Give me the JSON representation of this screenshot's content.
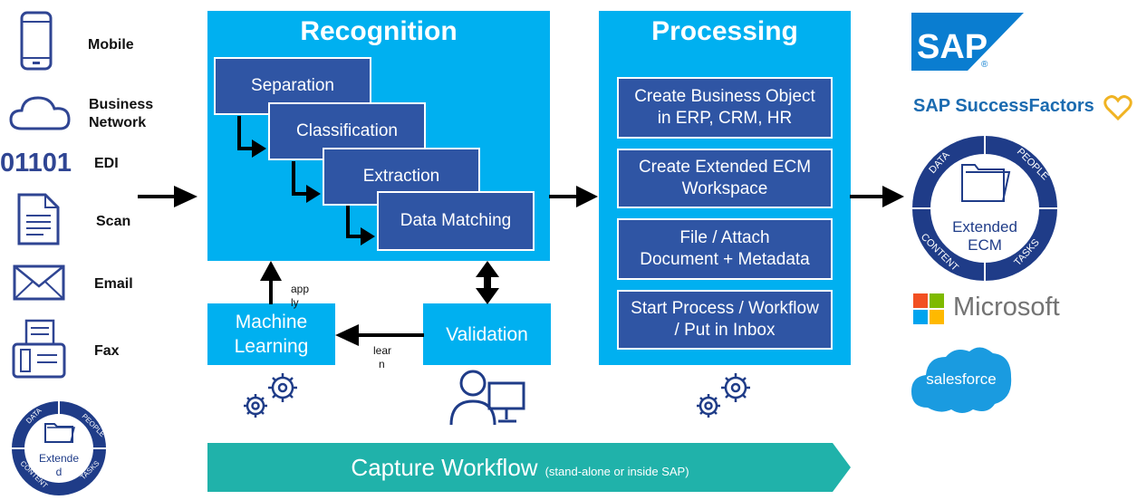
{
  "sources": [
    {
      "label": "Mobile",
      "icon": "mobile-phone-icon"
    },
    {
      "label": "Business Network",
      "line1": "Business",
      "line2": "Network",
      "icon": "cloud-icon"
    },
    {
      "label": "EDI",
      "code": "01101",
      "icon": "binary-code-icon"
    },
    {
      "label": "Scan",
      "icon": "document-icon"
    },
    {
      "label": "Email",
      "icon": "envelope-icon"
    },
    {
      "label": "Fax",
      "icon": "fax-icon"
    }
  ],
  "extended_badge_small": {
    "line1": "Extende",
    "line2": "d",
    "ring": [
      "DATA",
      "PEOPLE",
      "CONTENT",
      "TASKS"
    ]
  },
  "recognition": {
    "title": "Recognition",
    "steps": [
      "Separation",
      "Classification",
      "Extraction",
      "Data Matching"
    ]
  },
  "processing": {
    "title": "Processing",
    "boxes": [
      {
        "line1": "Create Business Object",
        "line2": "in ERP, CRM, HR"
      },
      {
        "line1": "Create Extended ECM",
        "line2": "Workspace"
      },
      {
        "line1": "File / Attach",
        "line2": "Document + Metadata"
      },
      {
        "line1": "Start Process / Workflow",
        "line2": "/ Put in Inbox"
      }
    ]
  },
  "machine_learning": {
    "line1": "Machine",
    "line2": "Learning",
    "apply1": "app",
    "apply2": "ly",
    "learn1": "lear",
    "learn2": "n"
  },
  "validation": {
    "label": "Validation"
  },
  "capture_workflow": {
    "label": "Capture Workflow",
    "note": "(stand-alone or inside SAP)"
  },
  "targets": {
    "sap": "SAP",
    "registered": "®",
    "successfactors": "SAP SuccessFactors",
    "extended_ecm": {
      "line1": "Extended",
      "line2": "ECM",
      "ring": [
        "DATA",
        "PEOPLE",
        "CONTENT",
        "TASKS"
      ]
    },
    "microsoft": "Microsoft",
    "salesforce": "salesforce"
  },
  "colors": {
    "panel": "#00b0f0",
    "step": "#2f55a4",
    "navy": "#1f3c88",
    "teal": "#20b2aa",
    "sap_blue": "#0a7dd0",
    "successfactors": "#1b6bb0",
    "heart": "#f0b323",
    "salesforce": "#1a9be0",
    "ms_red": "#f25022",
    "ms_green": "#7fba00",
    "ms_blue": "#00a4ef",
    "ms_yellow": "#ffb900"
  }
}
